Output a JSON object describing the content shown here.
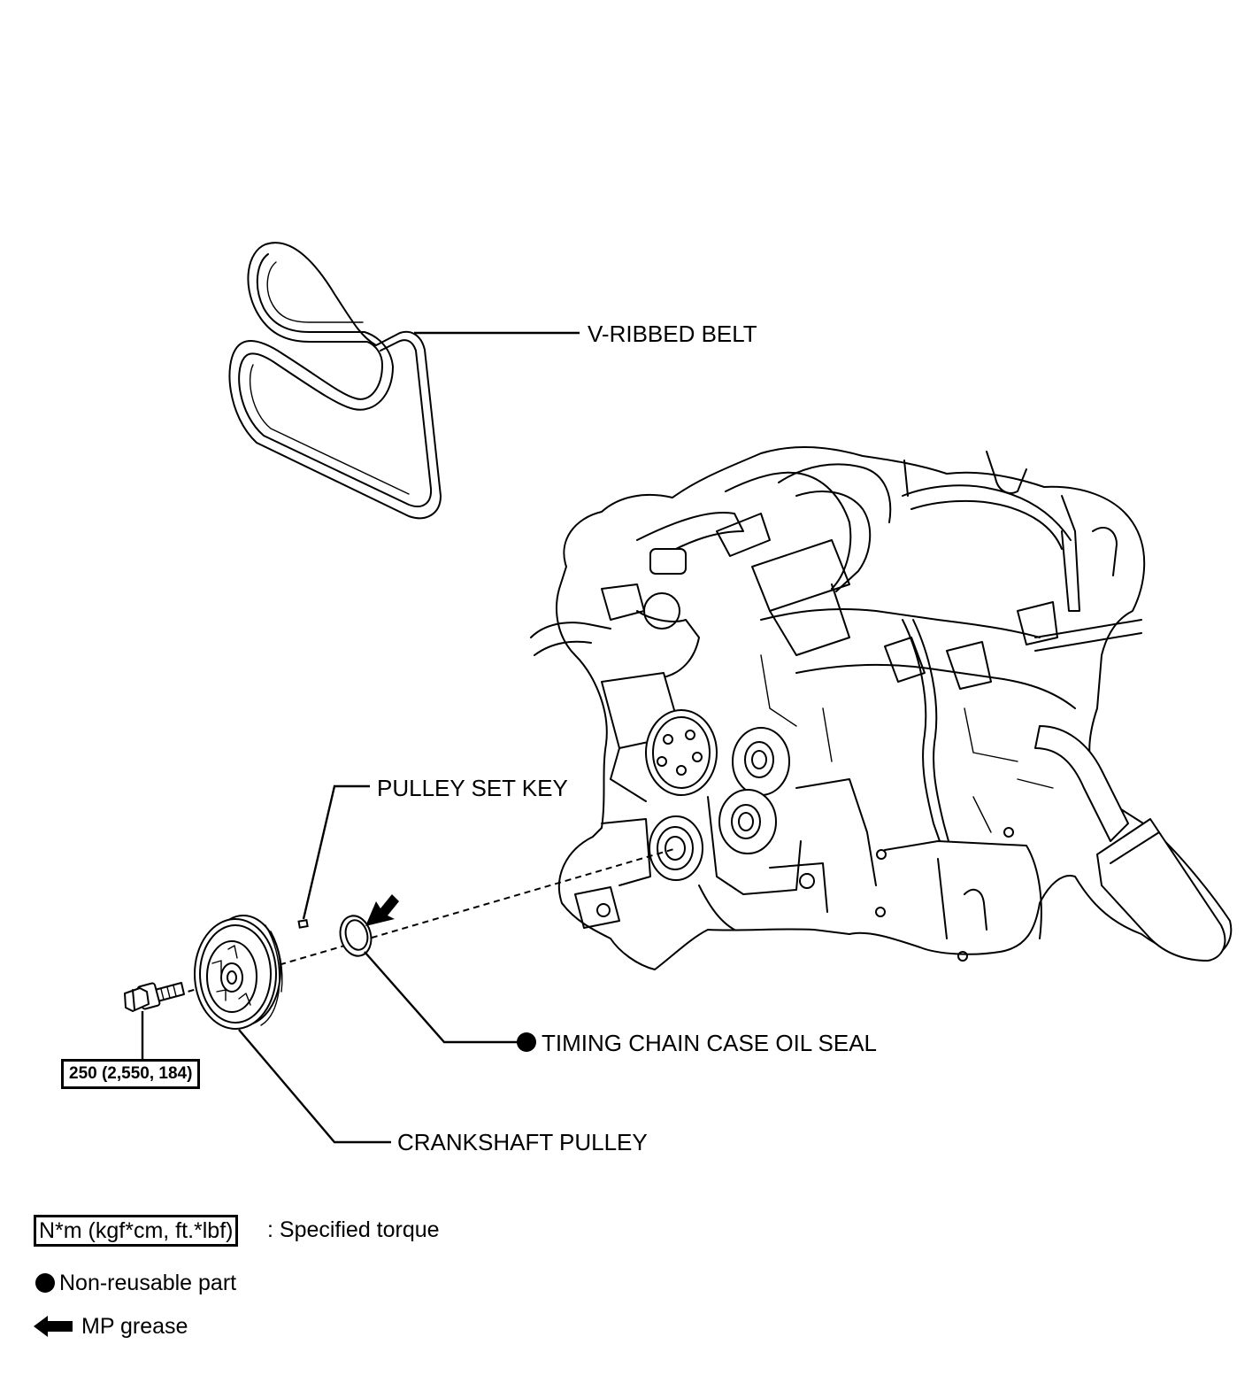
{
  "labels": {
    "v_ribbed_belt": "V-RIBBED BELT",
    "pulley_set_key": "PULLEY SET KEY",
    "timing_chain_case_oil_seal": "TIMING CHAIN CASE OIL SEAL",
    "crankshaft_pulley": "CRANKSHAFT PULLEY"
  },
  "torque_spec": "250 (2,550, 184)",
  "legend": {
    "torque_units": "N*m (kgf*cm, ft.*lbf)",
    "torque_text": ": Specified torque",
    "non_reusable_text": "Non-reusable part",
    "mp_grease_text": "MP grease"
  },
  "icons": {
    "non_reusable": "filled-circle-icon",
    "mp_grease": "arrow-left-icon"
  }
}
